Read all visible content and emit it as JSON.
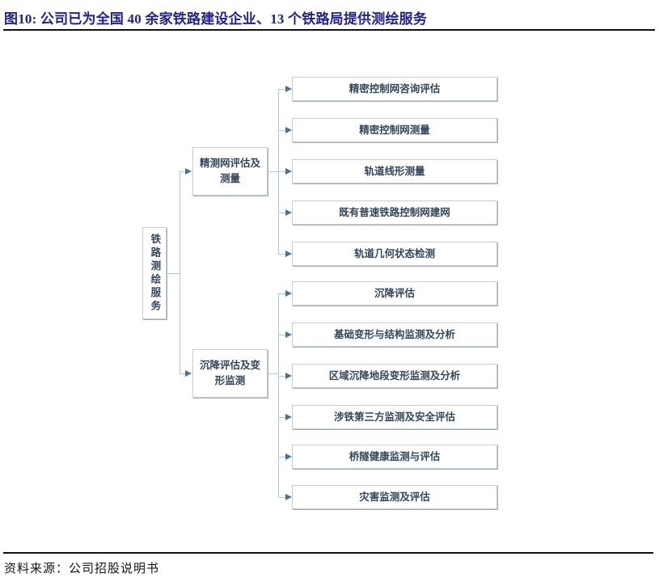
{
  "header": {
    "title": "图10:  公司已为全国 40 余家铁路建设企业、13 个铁路局提供测绘服务"
  },
  "footer": {
    "source": "资料来源：公司招股说明书"
  },
  "tree": {
    "root": "铁路测绘服务",
    "branches": [
      {
        "label": "精测网评估及测量",
        "children": [
          "精密控制网咨询评估",
          "精密控制网测量",
          "轨道线形测量",
          "既有普速铁路控制网建网",
          "轨道几何状态检测"
        ]
      },
      {
        "label": "沉降评估及变形监测",
        "children": [
          "沉降评估",
          "基础变形与结构监测及分析",
          "区域沉降地段变形监测及分析",
          "涉铁第三方监测及安全评估",
          "桥隧健康监测与评估",
          "灾害监测及评估"
        ]
      }
    ]
  },
  "colors": {
    "title_text": "#22228C",
    "node_text": "#33475B",
    "node_border": "#C2CDD6",
    "connector_line": "#B3C6D6",
    "arrowhead": "#4D7195",
    "rule": "#121212"
  }
}
